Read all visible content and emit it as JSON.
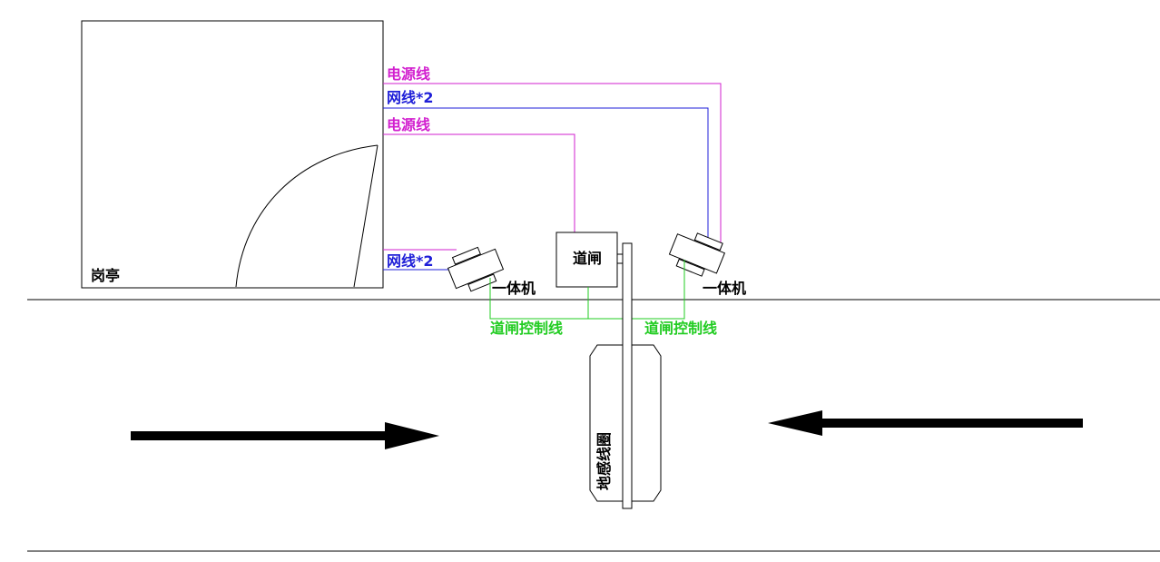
{
  "labels": {
    "booth": "岗亭",
    "barrier": "道闸",
    "unit_left": "一体机",
    "unit_right": "一体机",
    "power_top": "电源线",
    "network_top": "网线*2",
    "power_mid": "电源线",
    "network_bottom": "网线*2",
    "control_left": "道闸控制线",
    "control_right": "道闸控制线",
    "loop": "地感线圈"
  },
  "colors": {
    "power": "#d21fcf",
    "network": "#1f1fd8",
    "control": "#22cc22",
    "outline": "#000000"
  },
  "arrows": {
    "left_lane": "right-arrow",
    "right_lane": "left-arrow"
  }
}
